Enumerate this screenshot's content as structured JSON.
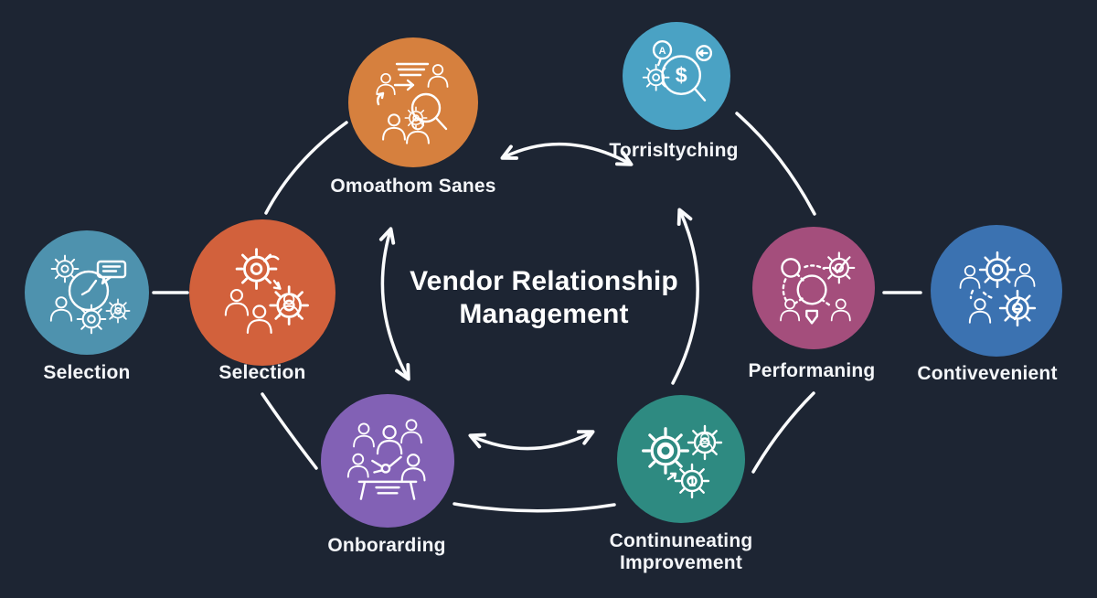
{
  "title": {
    "line1": "Vendor Relationship",
    "line2": "Management",
    "full": "Vendor Relationship Management"
  },
  "colors": {
    "background": "#1D2533",
    "line": "#FAFBFC",
    "label_text": "#F4F6F9"
  },
  "nodes": [
    {
      "id": "selection-left",
      "label": "Selection",
      "color": "#4E92AE",
      "icon": "clock-planning-icon"
    },
    {
      "id": "selection",
      "label": "Selection",
      "color": "#D2613C",
      "icon": "gears-team-icon"
    },
    {
      "id": "sourcing",
      "label": "Omoathom Sanes",
      "color": "#D6803E",
      "icon": "team-search-icon"
    },
    {
      "id": "evaluation",
      "label": "TorrisItyching",
      "color": "#4AA2C4",
      "icon": "cost-magnifier-icon"
    },
    {
      "id": "performing",
      "label": "Performaning",
      "color": "#A44E7C",
      "icon": "network-check-icon"
    },
    {
      "id": "contract",
      "label": "Contivevenient",
      "color": "#3B72B1",
      "icon": "people-gears-icon"
    },
    {
      "id": "onboarding",
      "label": "Onborarding",
      "color": "#8261B5",
      "icon": "team-meeting-icon"
    },
    {
      "id": "improvement",
      "label": "Continuneating Improvement",
      "color": "#2E8A81",
      "icon": "gears-one-icon"
    }
  ],
  "glyphs": {
    "dollar": "$",
    "letter_a": "A",
    "number_one": "1"
  },
  "connectors": [
    {
      "from": "selection-left",
      "to": "selection",
      "type": "line"
    },
    {
      "from": "selection",
      "to": "sourcing",
      "type": "arc"
    },
    {
      "from": "sourcing",
      "to": "evaluation",
      "type": "double-arrow"
    },
    {
      "from": "evaluation",
      "to": "performing",
      "type": "arc"
    },
    {
      "from": "performing",
      "to": "contract",
      "type": "line"
    },
    {
      "from": "improvement",
      "to": "performing",
      "type": "arc"
    },
    {
      "from": "onboarding",
      "to": "improvement",
      "type": "double-arrow"
    },
    {
      "from": "onboarding",
      "to": "improvement",
      "type": "arc"
    },
    {
      "from": "selection",
      "to": "onboarding",
      "type": "line"
    },
    {
      "from": "sourcing",
      "to": "onboarding",
      "type": "double-arrow"
    },
    {
      "from": "improvement",
      "to": "evaluation",
      "type": "arrow"
    }
  ]
}
